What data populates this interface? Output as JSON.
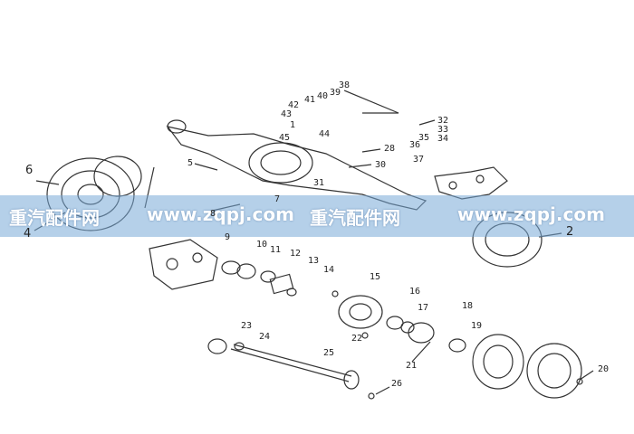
{
  "watermark": {
    "segments": [
      "重汽配件网",
      "www.zqpj.com",
      "重汽配件网",
      "www.zqpj.com"
    ],
    "band_color": "#78aad7"
  },
  "colors": {
    "line": "#333333",
    "background": "#ffffff"
  },
  "part_labels": [
    "1",
    "2",
    "4",
    "5",
    "6",
    "7",
    "8",
    "9",
    "10",
    "11",
    "12",
    "13",
    "14",
    "15",
    "16",
    "17",
    "18",
    "19",
    "20",
    "21",
    "22",
    "23",
    "24",
    "25",
    "26",
    "28",
    "30",
    "31",
    "32",
    "33",
    "34",
    "35",
    "36",
    "37",
    "38",
    "39",
    "40",
    "41",
    "42",
    "43",
    "44",
    "45"
  ]
}
